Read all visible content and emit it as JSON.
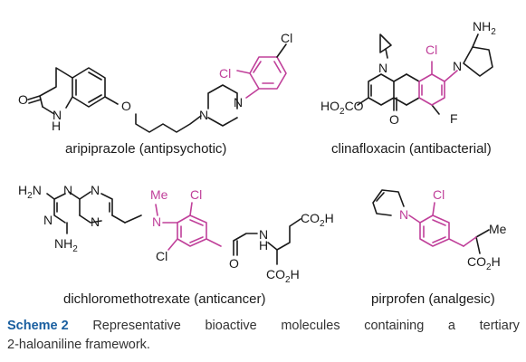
{
  "molecules": [
    {
      "name": "aripiprazole (antipsychotic)"
    },
    {
      "name": "clinafloxacin (antibacterial)"
    },
    {
      "name": "dichloromethotrexate (anticancer)"
    },
    {
      "name": "pirprofen (analgesic)"
    }
  ],
  "atoms": {
    "cl": "Cl",
    "o": "O",
    "n": "N",
    "h": "H",
    "f": "F",
    "me": "Me",
    "nh2_n": "NH",
    "nh2_sub": "2",
    "h2n_h": "H",
    "h2n_n": "N",
    "ho2c_ho": "HO",
    "co2h_co": "CO",
    "co2h_h": "H",
    "sub2": "2"
  },
  "caption": {
    "label": "Scheme 2",
    "words": [
      "Representative",
      "bioactive",
      "molecules",
      "containing",
      "a",
      "tertiary"
    ],
    "line2": "2-haloaniline framework."
  },
  "colors": {
    "highlight": "#c0409a",
    "bond": "#1a1a1a",
    "caption_label": "#1a5fa0"
  }
}
